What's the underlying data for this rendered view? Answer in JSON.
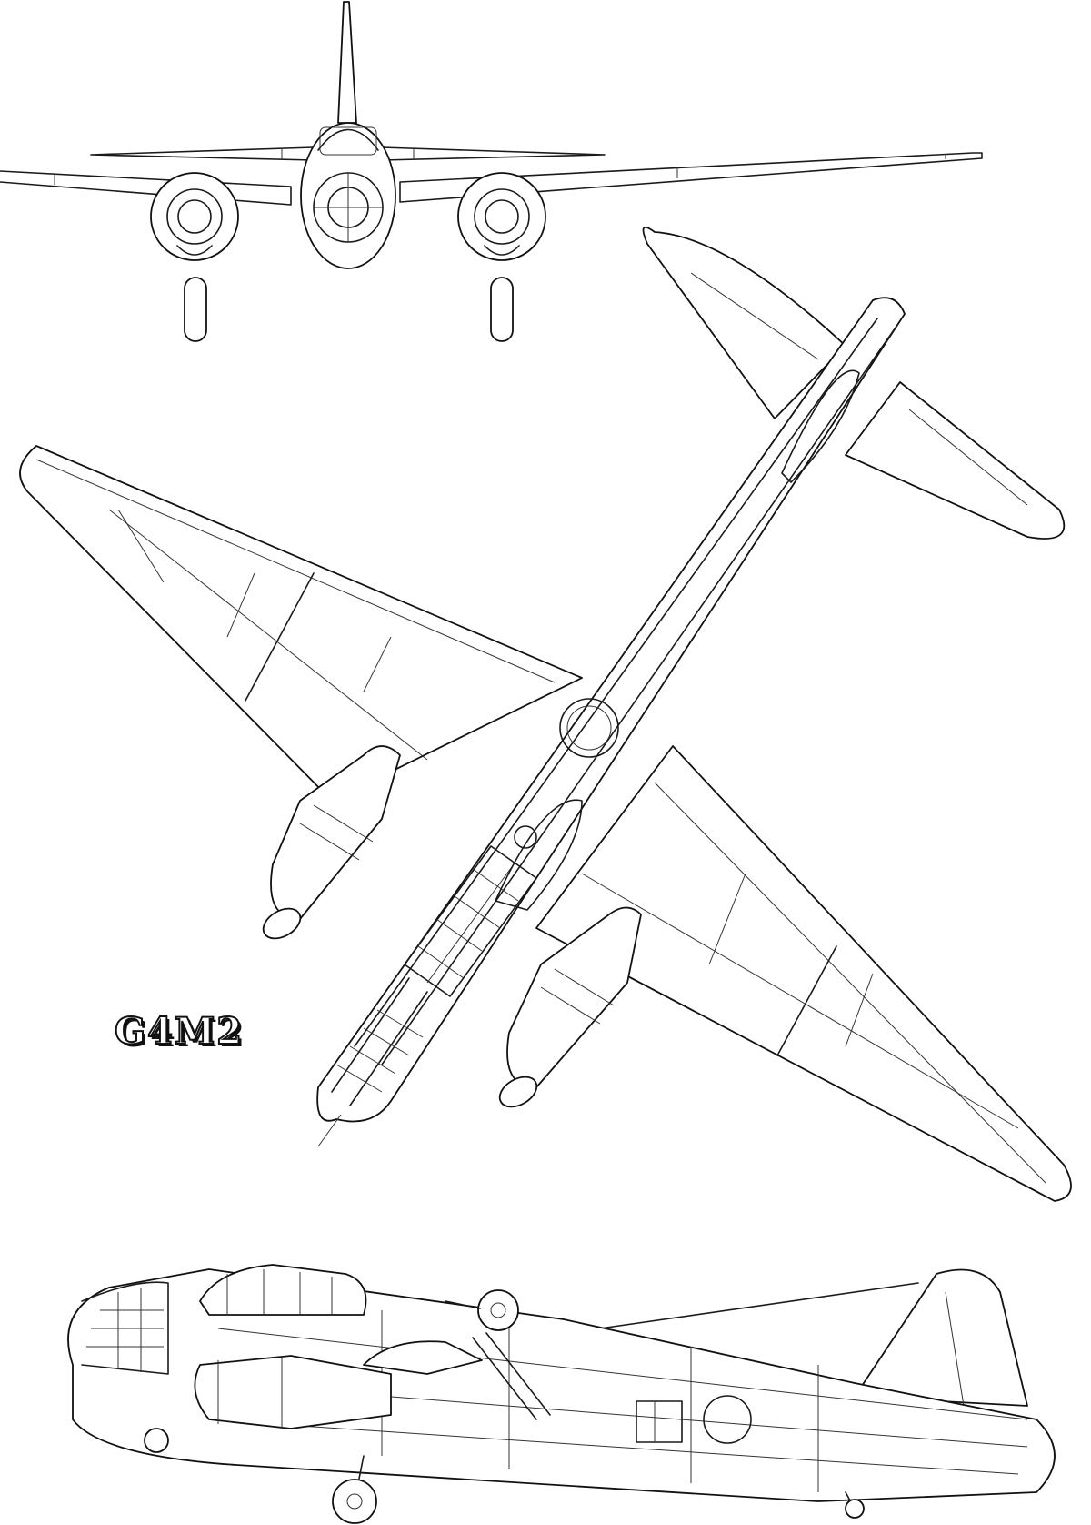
{
  "title": "G4M2",
  "colors": {
    "ink": "#111111",
    "paper": "#ffffff"
  },
  "views": [
    {
      "key": "front",
      "name": "front-view"
    },
    {
      "key": "top",
      "name": "top-view"
    },
    {
      "key": "side",
      "name": "side-view"
    }
  ]
}
